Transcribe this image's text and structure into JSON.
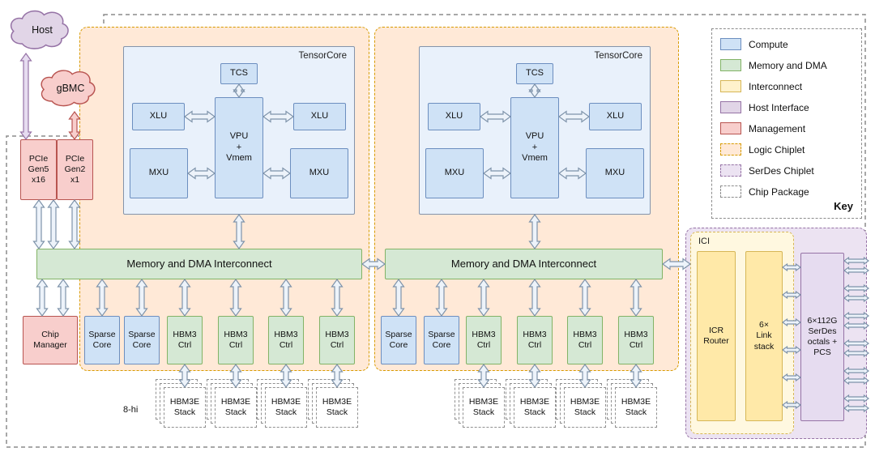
{
  "clouds": {
    "host": "Host",
    "gbmc": "gBMC"
  },
  "host_interface": {
    "pcie_gen5": "PCIe\nGen5\nx16",
    "pcie_gen2": "PCIe\nGen2\nx1"
  },
  "management": {
    "chip_manager": "Chip\nManager"
  },
  "tensorcore": {
    "title": "TensorCore",
    "tcs": "TCS",
    "xlu": "XLU",
    "mxu": "MXU",
    "vpu": "VPU\n+\nVmem"
  },
  "memory": {
    "interconnect": "Memory and DMA Interconnect",
    "sparse_core": "Sparse\nCore",
    "hbm3_ctrl": "HBM3\nCtrl",
    "hbm3e_stack": "HBM3E\nStack",
    "stack_height": "8-hi"
  },
  "ici": {
    "title": "ICI",
    "icr_router": "ICR\nRouter",
    "link_stack": "6×\nLink\nstack"
  },
  "serdes": {
    "octals": "6×112G\nSerDes\noctals +\nPCS"
  },
  "legend": {
    "title": "Key",
    "items": [
      {
        "label": "Compute",
        "color": "#cfe2f6",
        "border": "#6c8ebf"
      },
      {
        "label": "Memory and DMA",
        "color": "#d5e8d4",
        "border": "#82b366"
      },
      {
        "label": "Interconnect",
        "color": "#fff2cc",
        "border": "#d6b656"
      },
      {
        "label": "Host Interface",
        "color": "#e1d5e7",
        "border": "#9673a6"
      },
      {
        "label": "Management",
        "color": "#f8cecc",
        "border": "#b85450"
      },
      {
        "label": "Logic Chiplet",
        "color": "#ffe9d7",
        "border": "#d79b00",
        "style": "dashed"
      },
      {
        "label": "SerDes Chiplet",
        "color": "#ece3f2",
        "border": "#9673a6",
        "style": "dashed"
      },
      {
        "label": "Chip Package",
        "color": "#ffffff",
        "border": "#8c8c8c",
        "style": "dashed"
      }
    ]
  },
  "colors": {
    "compute": "#cfe2f6",
    "memory_dma": "#d5e8d4",
    "interconnect": "#ffe9a8",
    "host_interface": "#e1d5e7",
    "management": "#f8cecc",
    "logic_chiplet": "#ffe9d7",
    "serdes_chiplet": "#ece3f2",
    "arrow_fill": "#edf3fa",
    "arrow_stroke": "#7e93aa"
  }
}
